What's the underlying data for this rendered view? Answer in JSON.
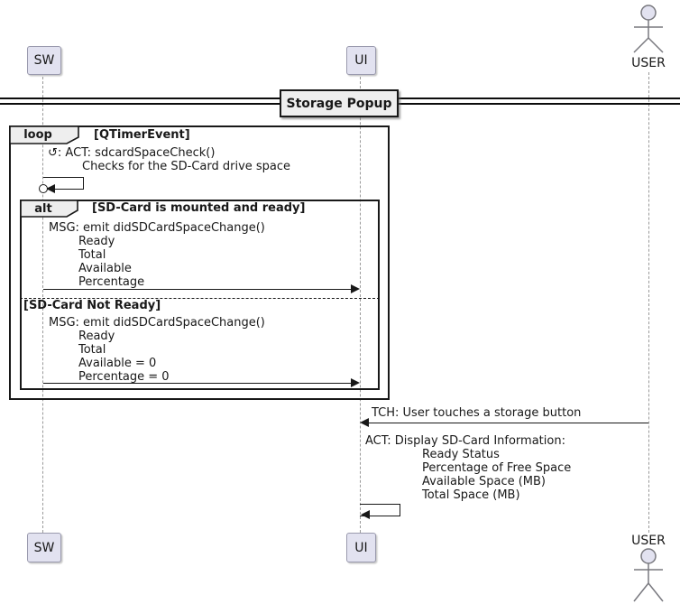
{
  "title": "Storage Popup",
  "participants": {
    "sw": "SW",
    "ui": "UI",
    "user": "USER"
  },
  "loop": {
    "operator": "loop",
    "guard": "[QTimerEvent]",
    "self_message": {
      "icon": "↺",
      "line1": ": ACT: sdcardSpaceCheck()",
      "line2": "Checks for the SD-Card drive space"
    }
  },
  "alt": {
    "operator": "alt",
    "guard_ready": "[SD-Card is mounted and ready]",
    "msg_ready": {
      "lines": [
        "MSG: emit didSDCardSpaceChange()",
        "Ready",
        "Total",
        "Available",
        "Percentage"
      ]
    },
    "guard_not_ready": "[SD-Card Not Ready]",
    "msg_not_ready": {
      "lines": [
        "MSG: emit didSDCardSpaceChange()",
        "Ready",
        "Total",
        "Available = 0",
        "Percentage = 0"
      ]
    }
  },
  "tch_message": "TCH: User touches a storage button",
  "act_message": {
    "lines": [
      "ACT: Display SD-Card Information:",
      "Ready Status",
      "Percentage of Free Space",
      "Available Space (MB)",
      "Total Space (MB)"
    ]
  },
  "colors": {
    "participant_fill": "#E2E2F0",
    "participant_border": "#9A9AAE",
    "frame_border": "#181818",
    "frame_header_fill": "#EEEEEE",
    "title_fill": "#EEEEEE",
    "lifeline": "#999999",
    "text": "#181818"
  }
}
